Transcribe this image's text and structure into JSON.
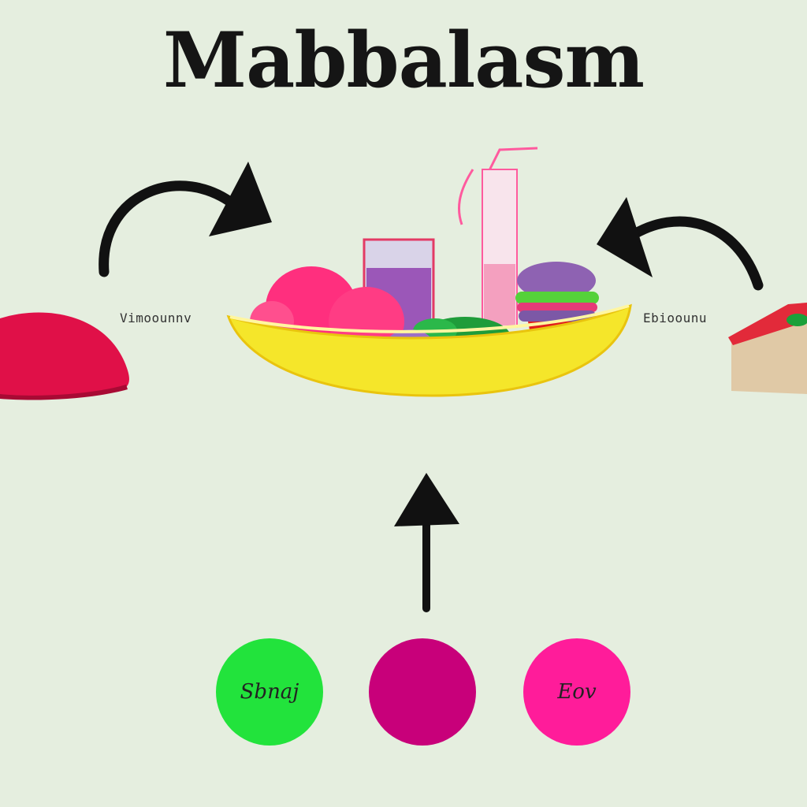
{
  "diagram": {
    "title": "Mabbalasm",
    "left_label": "Vimoounnv",
    "right_label": "Ebioounu",
    "circles": [
      {
        "label": "Sbnaj",
        "color": "#22e33c"
      },
      {
        "label": "",
        "color": "#c8007a"
      },
      {
        "label": "Eov",
        "color": "#ff1c9a"
      }
    ]
  },
  "icons": {
    "left_food": "red-dome-icon",
    "right_food": "cake-slice-icon",
    "center_food": "fruit-bowl-icon",
    "arrows": [
      "curved-arrow-right-icon",
      "curved-arrow-left-icon",
      "arrow-up-icon"
    ]
  },
  "colors": {
    "background": "#e5eedf",
    "bowl": "#f5e62a",
    "left_dome": "#e01048",
    "ink": "#111111"
  }
}
